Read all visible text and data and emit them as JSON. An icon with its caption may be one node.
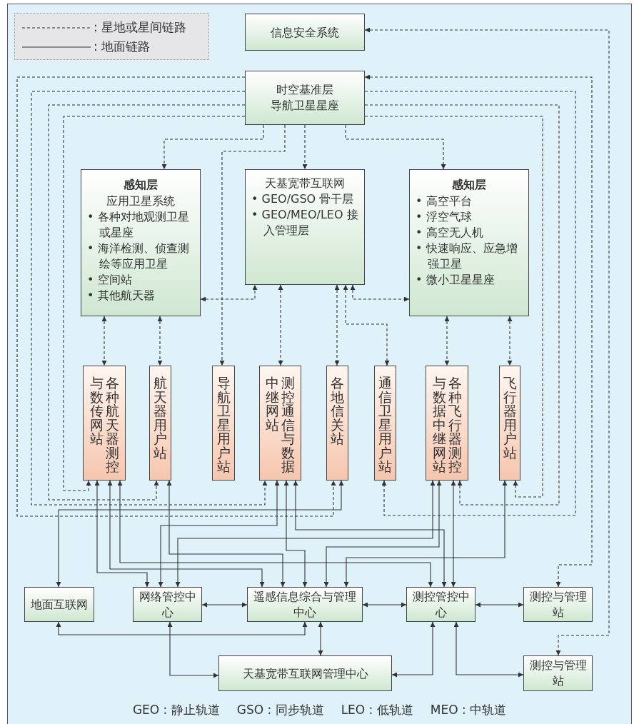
{
  "diagram": {
    "nodes": [
      {
        "text": [
          "信息安全系统"
        ]
      },
      {
        "text": [
          "时空基准层",
          "导航卫星星座"
        ]
      },
      {
        "text": [
          "感知层",
          "应用卫星系统",
          "• 各种对地观测卫星或星座",
          "• 海洋检测、侦查测绘等应用卫星",
          "• 空间站",
          "• 其他航天器"
        ]
      },
      {
        "text": [
          "天基宽带互联网",
          "• GEO/GSO 骨干层",
          "• GEO/MEO/LEO 接入管理层"
        ]
      },
      {
        "text": [
          "感知层",
          "• 高空平台",
          "• 浮空气球",
          "• 高空无人机",
          "• 快速响应、应急增强卫星",
          "• 微小卫星星座"
        ]
      },
      {
        "text": [
          "各种航天器测控与数传网站"
        ]
      },
      {
        "text": [
          "航天器用户站"
        ]
      },
      {
        "text": [
          "导航卫星用户站"
        ]
      },
      {
        "text": [
          "测控通信与数据中继网站"
        ]
      },
      {
        "text": [
          "各地信关站"
        ]
      },
      {
        "text": [
          "通信卫星用户站"
        ]
      },
      {
        "text": [
          "各种飞行器测控与数据中继网站"
        ]
      },
      {
        "text": [
          "飞行器用户站"
        ]
      },
      {
        "text": [
          "地面互联网"
        ]
      },
      {
        "text": [
          "网络管控中心"
        ]
      },
      {
        "text": [
          "遥感信息综合与管理中心"
        ]
      },
      {
        "text": [
          "测控管控中心"
        ]
      },
      {
        "text": [
          "测控与管理站"
        ]
      },
      {
        "text": [
          "天基宽带互联网管理中心"
        ]
      },
      {
        "text": [
          "测控与管理站"
        ]
      }
    ],
    "edges": [
      {
        "from": 1,
        "to": 2,
        "arrow": "to",
        "style": "dashed"
      },
      {
        "from": 1,
        "to": 3,
        "arrow": "to",
        "style": "dashed"
      },
      {
        "from": 1,
        "to": 4,
        "arrow": "to",
        "style": "dashed"
      },
      {
        "from": 1,
        "to": 7,
        "arrow": "to",
        "style": "dashed"
      },
      {
        "from": 1,
        "to": 5,
        "arrow": "to",
        "style": "dashed"
      },
      {
        "from": 1,
        "to": 6,
        "arrow": "to",
        "style": "dashed"
      },
      {
        "from": 1,
        "to": 8,
        "arrow": "to",
        "style": "dashed"
      },
      {
        "from": 1,
        "to": 9,
        "arrow": "to",
        "style": "dashed"
      },
      {
        "from": 1,
        "to": 10,
        "arrow": "to",
        "style": "dashed"
      },
      {
        "from": 1,
        "to": 11,
        "arrow": "to",
        "style": "dashed"
      },
      {
        "from": 1,
        "to": 12,
        "arrow": "to",
        "style": "dashed"
      },
      {
        "from": 1,
        "to": 17,
        "arrow": "both",
        "style": "dashed"
      },
      {
        "from": 0,
        "to": 19,
        "arrow": "both",
        "style": "dashed"
      },
      {
        "from": 2,
        "to": 3,
        "arrow": "both",
        "style": "dashed"
      },
      {
        "from": 3,
        "to": 4,
        "arrow": "both",
        "style": "dashed"
      },
      {
        "from": 2,
        "to": 5,
        "arrow": "both",
        "style": "dashed"
      },
      {
        "from": 2,
        "to": 6,
        "arrow": "both",
        "style": "dashed"
      },
      {
        "from": 3,
        "to": 8,
        "arrow": "both",
        "style": "dashed"
      },
      {
        "from": 3,
        "to": 9,
        "arrow": "both",
        "style": "dashed"
      },
      {
        "from": 3,
        "to": 10,
        "arrow": "both",
        "style": "dashed"
      },
      {
        "from": 4,
        "to": 11,
        "arrow": "both",
        "style": "dashed"
      },
      {
        "from": 4,
        "to": 12,
        "arrow": "both",
        "style": "dashed"
      },
      {
        "from": 5,
        "to": 14,
        "arrow": "both"
      },
      {
        "from": 5,
        "to": 15,
        "arrow": "both"
      },
      {
        "from": 5,
        "to": 16,
        "arrow": "both"
      },
      {
        "from": 6,
        "to": 15,
        "arrow": "both"
      },
      {
        "from": 8,
        "to": 14,
        "arrow": "both"
      },
      {
        "from": 8,
        "to": 15,
        "arrow": "both"
      },
      {
        "from": 8,
        "to": 16,
        "arrow": "both"
      },
      {
        "from": 9,
        "to": 13,
        "arrow": "both"
      },
      {
        "from": 11,
        "to": 14,
        "arrow": "both"
      },
      {
        "from": 11,
        "to": 15,
        "arrow": "both"
      },
      {
        "from": 11,
        "to": 16,
        "arrow": "both"
      },
      {
        "from": 12,
        "to": 15,
        "arrow": "both"
      },
      {
        "from": 14,
        "to": 15,
        "arrow": "both"
      },
      {
        "from": 15,
        "to": 16,
        "arrow": "both"
      },
      {
        "from": 16,
        "to": 17,
        "arrow": "both"
      },
      {
        "from": 13,
        "to": 15,
        "arrow": "both"
      },
      {
        "from": 15,
        "to": 18,
        "arrow": "both"
      },
      {
        "from": 14,
        "to": 18,
        "arrow": "both"
      },
      {
        "from": 16,
        "to": 18,
        "arrow": "both"
      },
      {
        "from": 16,
        "to": 19,
        "arrow": "both"
      }
    ],
    "labels": [
      "GEO : 静止轨道",
      "GSO : 同步轨道",
      "LEO : 低轨道",
      "MEO : 中轨道"
    ],
    "legend": [
      {
        "text": ": 星地或星间链路"
      },
      {
        "text": ": 地面链路"
      }
    ]
  }
}
